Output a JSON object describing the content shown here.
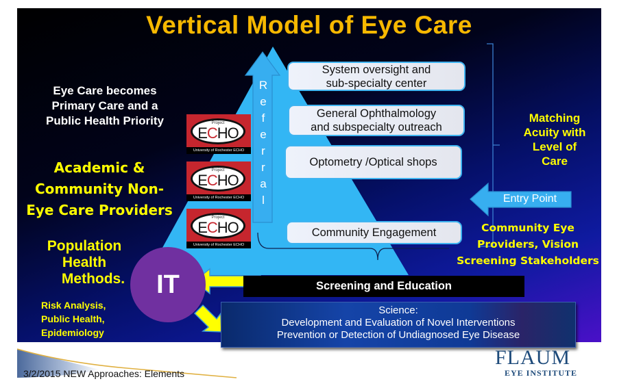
{
  "title": "Vertical Model of Eye Care",
  "left_panel": {
    "heading_lines": [
      "Eye Care becomes",
      "Primary Care and a",
      "Public Health Priority"
    ],
    "providers_lines": [
      "Academic &",
      "Community Non-",
      "Eye Care Providers"
    ],
    "population_lines": [
      "Population",
      "Health",
      "Methods."
    ],
    "methods_lines": [
      "Risk Analysis,",
      "Public Health,",
      "Epidemiology"
    ]
  },
  "pyramid": {
    "referral_letters": [
      "R",
      "e",
      "f",
      "e",
      "r",
      "r",
      "a",
      "l"
    ],
    "tiers": [
      {
        "lines": [
          "System oversight and",
          "sub-specialty center"
        ]
      },
      {
        "lines": [
          "General Ophthalmology",
          "and subspecialty outreach"
        ]
      },
      {
        "lines": [
          "Optometry /Optical shops"
        ]
      },
      {
        "lines": [
          "Community Engagement"
        ]
      }
    ],
    "colors": {
      "pyramid": "#33b6f4",
      "arrow": "#37aef0",
      "tier_border": "#3fb4f0"
    }
  },
  "echo_logos": [
    {
      "project": "Project",
      "word_e": "E",
      "word_c": "C",
      "word_ho": "HO",
      "band": "University of Rochester ECHO"
    },
    {
      "project": "Project",
      "word_e": "E",
      "word_c": "C",
      "word_ho": "HO",
      "band": "University of Rochester ECHO"
    },
    {
      "project": "Project",
      "word_e": "E",
      "word_c": "C",
      "word_ho": "HO",
      "band": "University of Rochester ECHO"
    }
  ],
  "right_panel": {
    "matching_lines": [
      "Matching",
      "Acuity with",
      "Level of",
      "Care"
    ],
    "entry_point": "Entry Point",
    "stakeholders_lines": [
      "Community Eye",
      "Providers, Vision",
      "Screening Stakeholders"
    ]
  },
  "it_label": "IT",
  "screening_bar": "Screening and Education",
  "science_lines": [
    "Science:",
    "Development and Evaluation of Novel Interventions",
    "Prevention or Detection of Undiagnosed Eye Disease"
  ],
  "footer": {
    "text": "3/2/2015 NEW  Approaches: Elements",
    "logo_big": "FLAUM",
    "logo_small": "EYE INSTITUTE"
  },
  "colors": {
    "title": "#f7b800",
    "yellow_text": "#ffff00",
    "it_circle": "#7030a0",
    "yellow_arrow": "#ffff00"
  }
}
